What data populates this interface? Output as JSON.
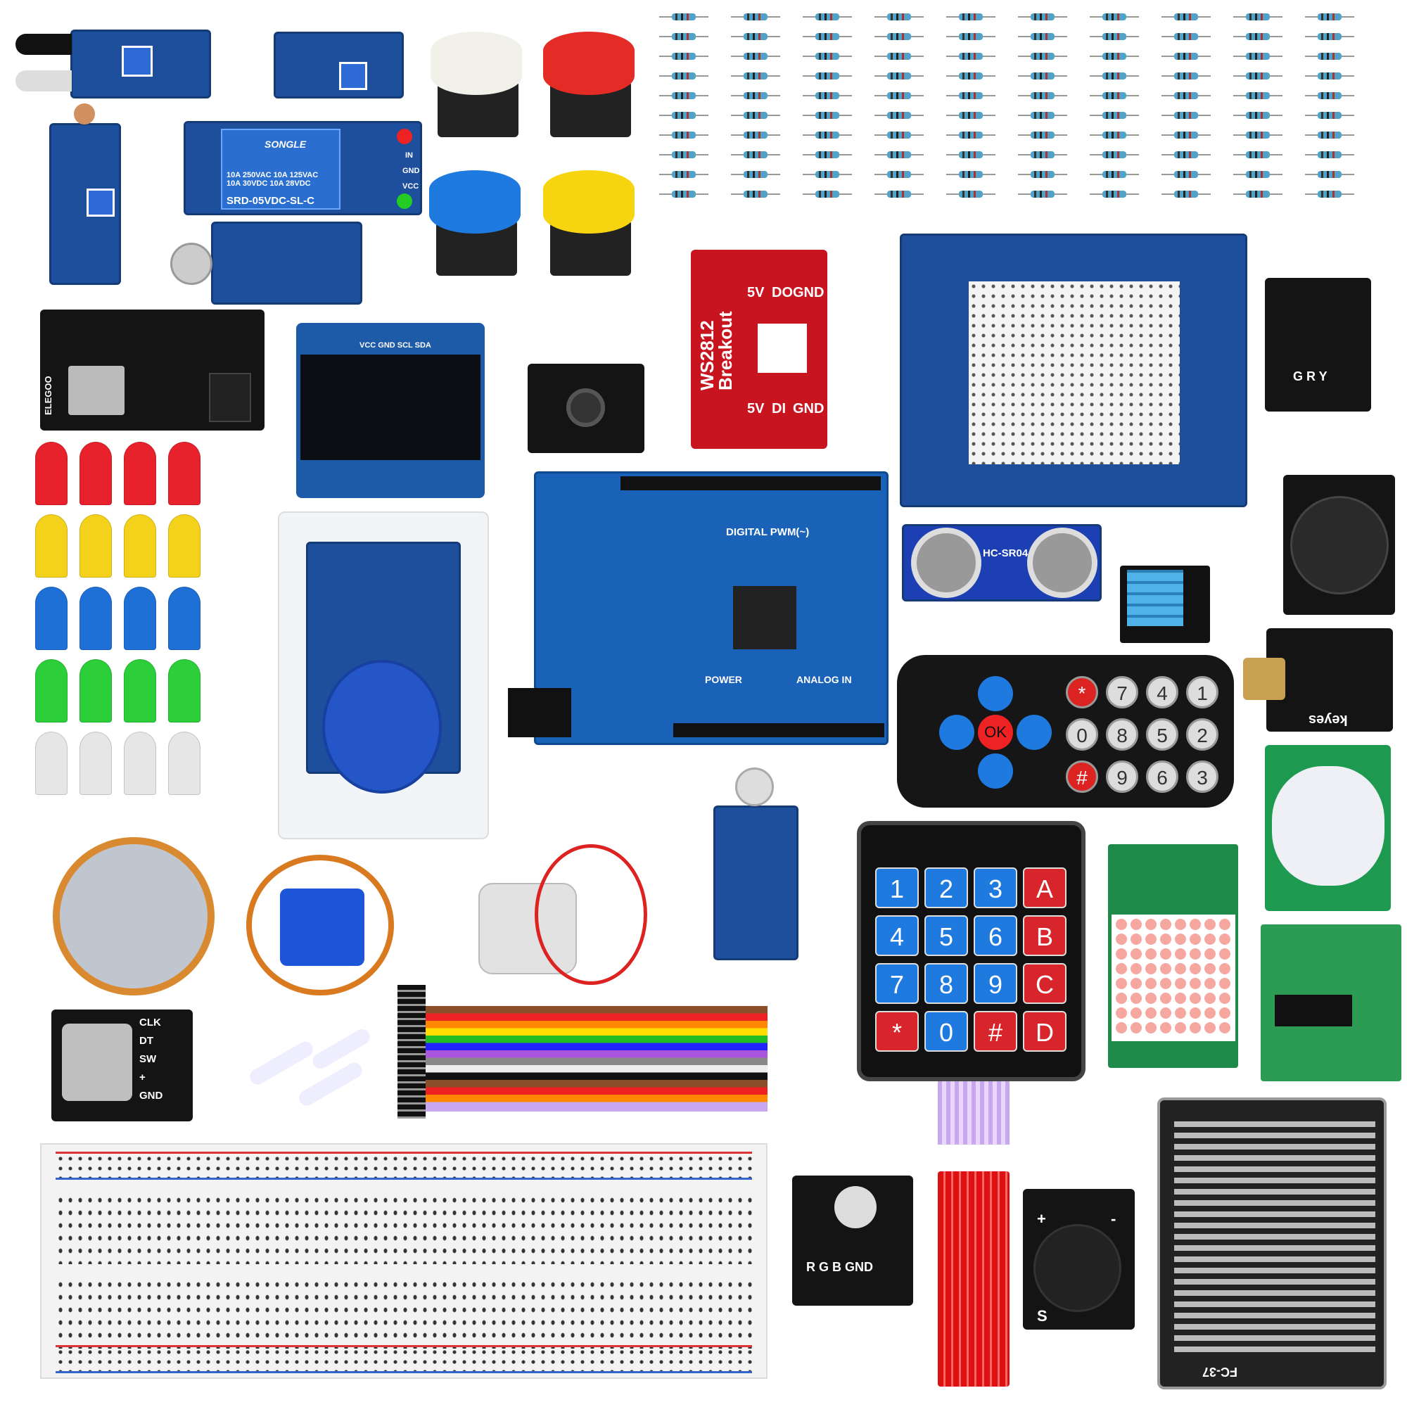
{
  "relay": {
    "brand": "SONGLE",
    "ratings": "10A 250VAC 10A 125VAC\n10A 30VDC 10A 28VDC",
    "model": "SRD-05VDC-SL-C",
    "pins": [
      "IN",
      "GND",
      "VCC"
    ]
  },
  "power_module": {
    "brand": "ELEGOO"
  },
  "oled": {
    "pins": "VCC GND SCL SDA"
  },
  "ws2812": {
    "title": "WS2812\nBreakout",
    "pins_top": [
      "5V",
      "DO",
      "GND"
    ],
    "pins_bottom": [
      "5V",
      "DI",
      "GND"
    ]
  },
  "arduino": {
    "digital": "DIGITAL PWM(~)",
    "power": "POWER",
    "analog": "ANALOG IN"
  },
  "ultrasonic": {
    "model": "HC-SR04"
  },
  "remote": {
    "ok": "OK",
    "keys": [
      "*",
      "7",
      "4",
      "1",
      "0",
      "8",
      "5",
      "2",
      "#",
      "9",
      "6",
      "3"
    ]
  },
  "laser": {
    "brand": "keyes"
  },
  "keypad": {
    "keys": [
      "1",
      "2",
      "3",
      "A",
      "4",
      "5",
      "6",
      "B",
      "7",
      "8",
      "9",
      "C",
      "*",
      "0",
      "#",
      "D"
    ]
  },
  "rotary": {
    "pins": [
      "CLK",
      "DT",
      "SW",
      "+",
      "GND"
    ]
  },
  "rgb": {
    "pins": "R G B GND"
  },
  "buzzer": {
    "plus": "+",
    "minus": "-",
    "s": "S"
  },
  "rain": {
    "model": "FC-37"
  },
  "joystick_labels": {
    "ir_receiver": "G R Y"
  },
  "led_colors": [
    "#e8222c",
    "#f4d21c",
    "#1e6fd6",
    "#2ccf3a",
    "#e6e6e6"
  ],
  "button_colors": [
    "#f1f1ea",
    "#e52b25",
    "#1f7ae0",
    "#f6d410"
  ]
}
